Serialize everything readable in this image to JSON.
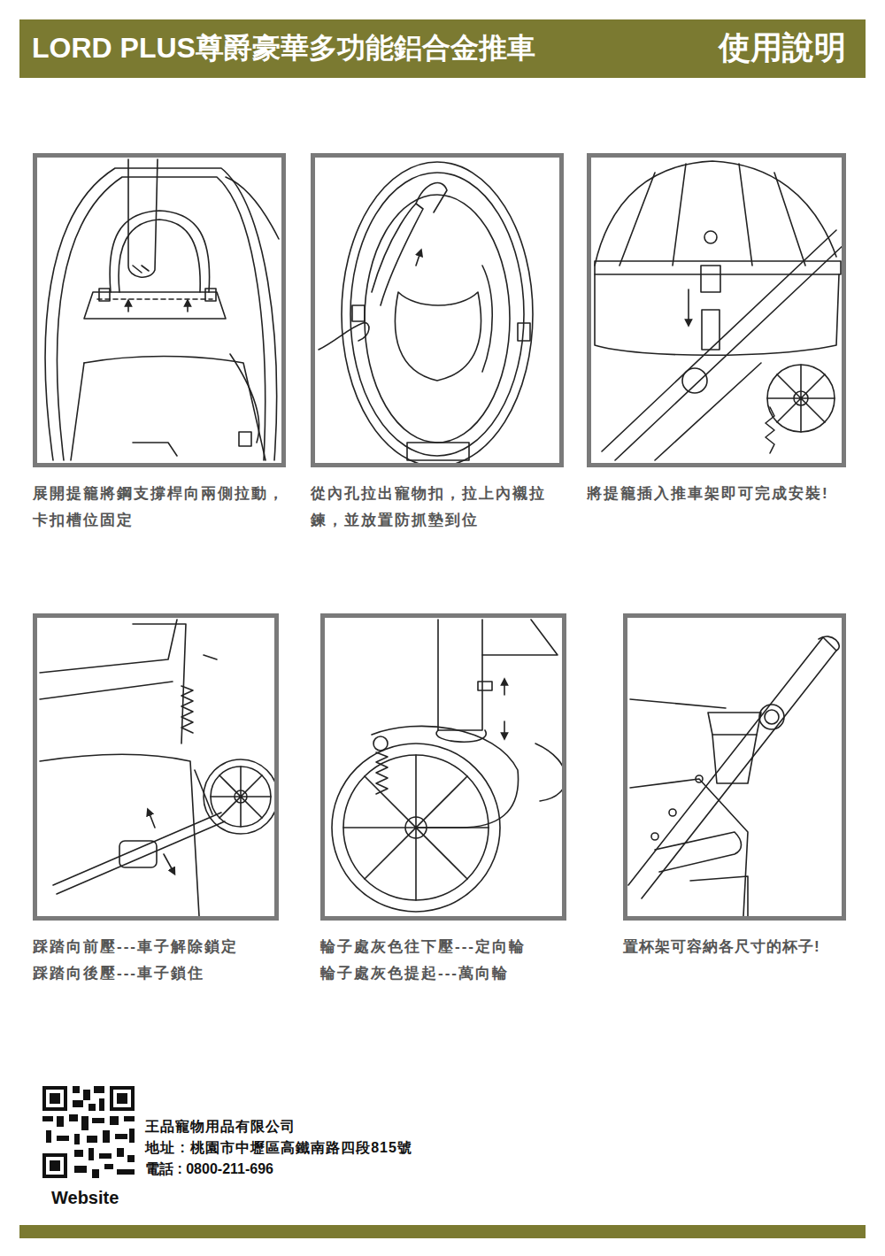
{
  "diagram": {
    "title": "LORD PLUS尊爵豪華多功能鋁合金推車",
    "nodes": [
      {
        "text": [
          "展開提籠將鋼支撐桿向兩側拉動，卡扣槽位固定"
        ]
      },
      {
        "text": [
          "從內孔拉出寵物扣，拉上內襯拉鍊，並放置防抓墊到位"
        ]
      },
      {
        "text": [
          "將提籠插入推車架即可完成安裝!"
        ]
      },
      {
        "text": [
          "踩踏向前壓---車子解除鎖定",
          "踩踏向後壓---車子鎖住"
        ]
      },
      {
        "text": [
          "輪子處灰色往下壓---定向輪",
          "輪子處灰色提起---萬向輪"
        ]
      },
      {
        "text": [
          "置杯架可容納各尺寸的杯子!"
        ]
      }
    ],
    "labels": [
      "使用說明",
      "王品寵物用品有限公司",
      "地址 : 桃園市中壢區高鐵南路四段815號",
      "電話 : 0800-211-696",
      "Website"
    ]
  }
}
